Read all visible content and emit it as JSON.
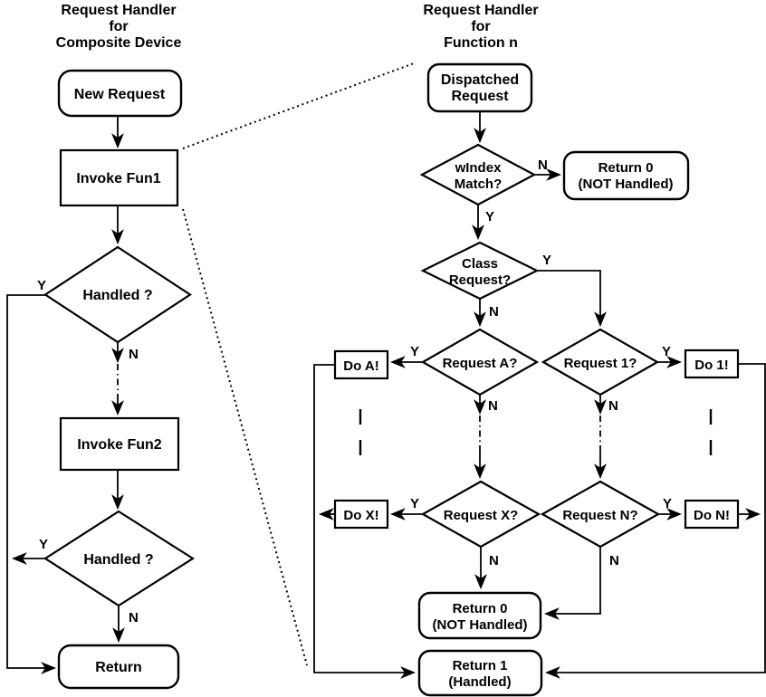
{
  "left": {
    "title": {
      "line1": "Request Handler",
      "line2": "for",
      "line3": "Composite Device"
    },
    "nodes": {
      "new_request": "New Request",
      "invoke_fun1": "Invoke Fun1",
      "handled1": "Handled ?",
      "invoke_fun2": "Invoke Fun2",
      "handled2": "Handled ?",
      "return": "Return"
    }
  },
  "right": {
    "title": {
      "line1": "Request Handler",
      "line2": "for",
      "line3": "Function n"
    },
    "nodes": {
      "dispatched": {
        "line1": "Dispatched",
        "line2": "Request"
      },
      "windex": {
        "line1": "wIndex",
        "line2": "Match?"
      },
      "return0_top": {
        "line1": "Return 0",
        "line2": "(NOT Handled)"
      },
      "class_request": {
        "line1": "Class",
        "line2": "Request?"
      },
      "request_a": "Request A?",
      "request_1": "Request 1?",
      "do_a": "Do A!",
      "do_1": "Do 1!",
      "request_x": "Request X?",
      "request_n": "Request N?",
      "do_x": "Do X!",
      "do_n": "Do N!",
      "return0_bottom": {
        "line1": "Return 0",
        "line2": "(NOT Handled)"
      },
      "return1": {
        "line1": "Return 1",
        "line2": "(Handled)"
      }
    }
  },
  "labels": {
    "yes": "Y",
    "no": "N"
  },
  "colors": {
    "stroke": "#000000",
    "background": "#ffffff"
  }
}
